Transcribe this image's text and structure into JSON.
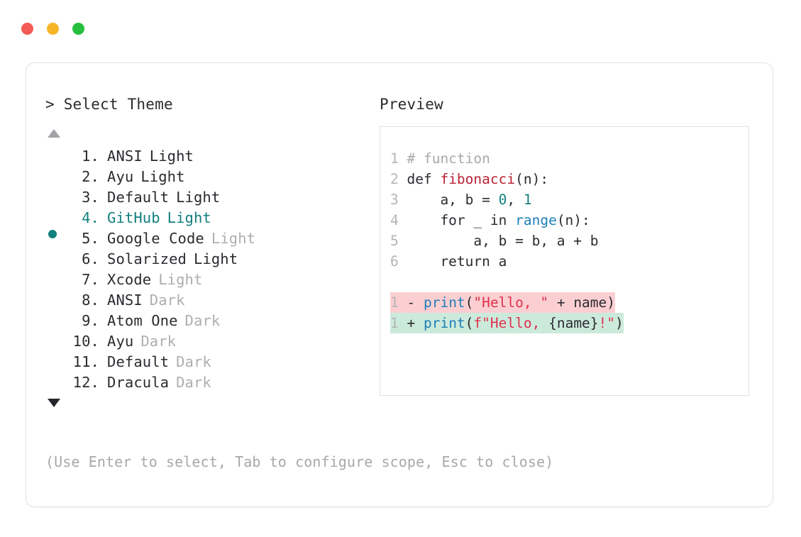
{
  "window": {
    "traffic_lights": [
      {
        "name": "close",
        "color": "#f45b56"
      },
      {
        "name": "minimize",
        "color": "#f7b529"
      },
      {
        "name": "maximize",
        "color": "#25bf3d"
      }
    ]
  },
  "left_panel": {
    "prompt": ">",
    "title": "Select Theme",
    "scroll_up_icon": "triangle-up",
    "scroll_down_icon": "triangle-down",
    "selected_index": 4,
    "accent_color": "#12807e",
    "items": [
      {
        "num": "1.",
        "name": "ANSI",
        "variant": "Light",
        "variant_dim": false,
        "selected": false
      },
      {
        "num": "2.",
        "name": "Ayu",
        "variant": "Light",
        "variant_dim": false,
        "selected": false
      },
      {
        "num": "3.",
        "name": "Default",
        "variant": "Light",
        "variant_dim": false,
        "selected": false
      },
      {
        "num": "4.",
        "name": "GitHub",
        "variant": "Light",
        "variant_dim": false,
        "selected": true
      },
      {
        "num": "5.",
        "name": "Google Code",
        "variant": "Light",
        "variant_dim": true,
        "selected": false
      },
      {
        "num": "6.",
        "name": "Solarized",
        "variant": "Light",
        "variant_dim": false,
        "selected": false
      },
      {
        "num": "7.",
        "name": "Xcode",
        "variant": "Light",
        "variant_dim": true,
        "selected": false
      },
      {
        "num": "8.",
        "name": "ANSI",
        "variant": "Dark",
        "variant_dim": true,
        "selected": false
      },
      {
        "num": "9.",
        "name": "Atom One",
        "variant": "Dark",
        "variant_dim": true,
        "selected": false
      },
      {
        "num": "10.",
        "name": "Ayu",
        "variant": "Dark",
        "variant_dim": true,
        "selected": false
      },
      {
        "num": "11.",
        "name": "Default",
        "variant": "Dark",
        "variant_dim": true,
        "selected": false
      },
      {
        "num": "12.",
        "name": "Dracula",
        "variant": "Dark",
        "variant_dim": true,
        "selected": false
      }
    ],
    "hint": "(Use Enter to select, Tab to configure scope, Esc to close)"
  },
  "right_panel": {
    "title": "Preview",
    "code_lines": [
      {
        "ln": "1",
        "tokens": [
          {
            "t": "# function",
            "c": "comment"
          }
        ]
      },
      {
        "ln": "2",
        "tokens": [
          {
            "t": "def ",
            "c": "default"
          },
          {
            "t": "fibonacci",
            "c": "func"
          },
          {
            "t": "(n):",
            "c": "default"
          }
        ]
      },
      {
        "ln": "3",
        "tokens": [
          {
            "t": "    a, b = ",
            "c": "default"
          },
          {
            "t": "0",
            "c": "num"
          },
          {
            "t": ", ",
            "c": "default"
          },
          {
            "t": "1",
            "c": "num"
          }
        ]
      },
      {
        "ln": "4",
        "tokens": [
          {
            "t": "    for _ in ",
            "c": "default"
          },
          {
            "t": "range",
            "c": "builtin"
          },
          {
            "t": "(n):",
            "c": "default"
          }
        ]
      },
      {
        "ln": "5",
        "tokens": [
          {
            "t": "        a, b = b, a + b",
            "c": "default"
          }
        ]
      },
      {
        "ln": "6",
        "tokens": [
          {
            "t": "    return a",
            "c": "default"
          }
        ]
      }
    ],
    "diff_lines": [
      {
        "ln": "1",
        "sign": "-",
        "kind": "del",
        "tokens": [
          {
            "t": "print",
            "c": "builtin"
          },
          {
            "t": "(",
            "c": "default"
          },
          {
            "t": "\"Hello, \"",
            "c": "string"
          },
          {
            "t": " + name)",
            "c": "default"
          }
        ]
      },
      {
        "ln": "1",
        "sign": "+",
        "kind": "add",
        "tokens": [
          {
            "t": "print",
            "c": "builtin"
          },
          {
            "t": "(",
            "c": "default"
          },
          {
            "t": "f\"Hello, ",
            "c": "string"
          },
          {
            "t": "{name}",
            "c": "default"
          },
          {
            "t": "!\"",
            "c": "string"
          },
          {
            "t": ")",
            "c": "default"
          }
        ]
      }
    ],
    "colors": {
      "comment": "#a9a9ad",
      "function": "#b92135",
      "number": "#12807e",
      "builtin": "#1d7fb8",
      "string": "#e0314c",
      "diff_del_bg": "#fbcfd2",
      "diff_add_bg": "#cceadc"
    }
  }
}
